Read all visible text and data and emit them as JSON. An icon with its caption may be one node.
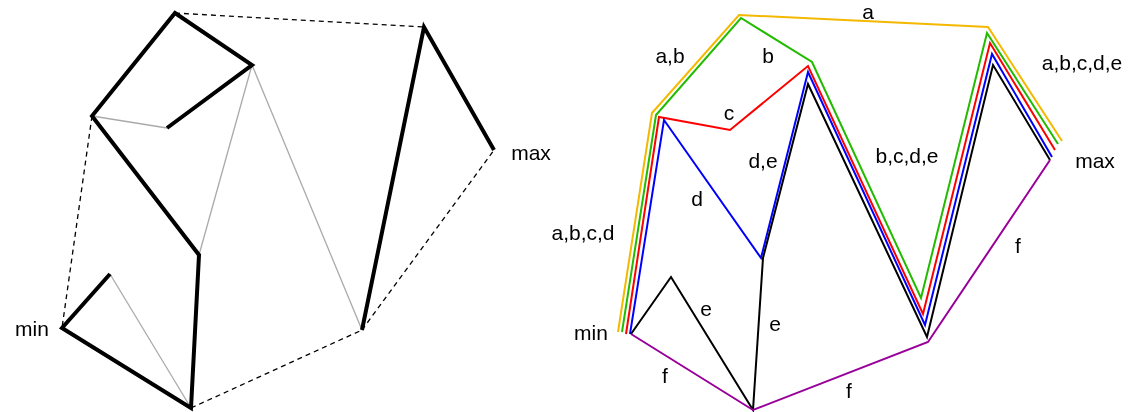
{
  "diagram": {
    "labels": [
      "a",
      "a,b",
      "b",
      "a,b,c,d,e",
      "c",
      "max",
      "max",
      "d,e",
      "b,c,d,e",
      "d",
      "a,b,c,d",
      "f",
      "e",
      "min",
      "min",
      "e",
      "f",
      "f"
    ]
  }
}
